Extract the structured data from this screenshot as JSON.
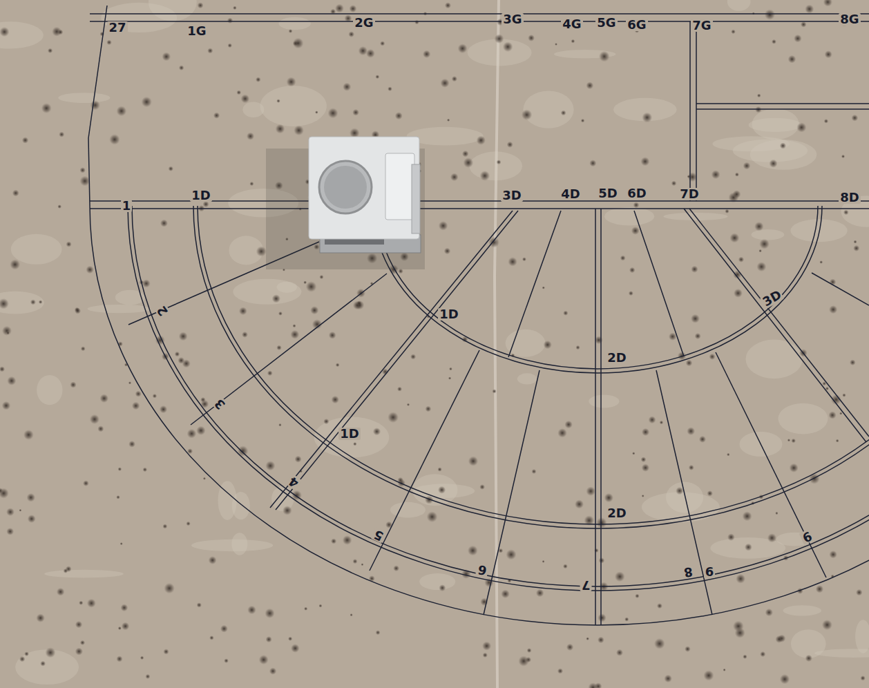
{
  "diagram": {
    "labels": [
      "27",
      "1G",
      "2G",
      "3G",
      "4G",
      "5G",
      "6G",
      "7G",
      "8G",
      "1",
      "1D",
      "3D",
      "4D",
      "5D",
      "6D",
      "7D",
      "8D",
      "1D",
      "2D",
      "3D",
      "1D",
      "2D",
      "2",
      "3",
      "4",
      "5",
      "6",
      "7",
      "8",
      "6",
      "9"
    ]
  }
}
